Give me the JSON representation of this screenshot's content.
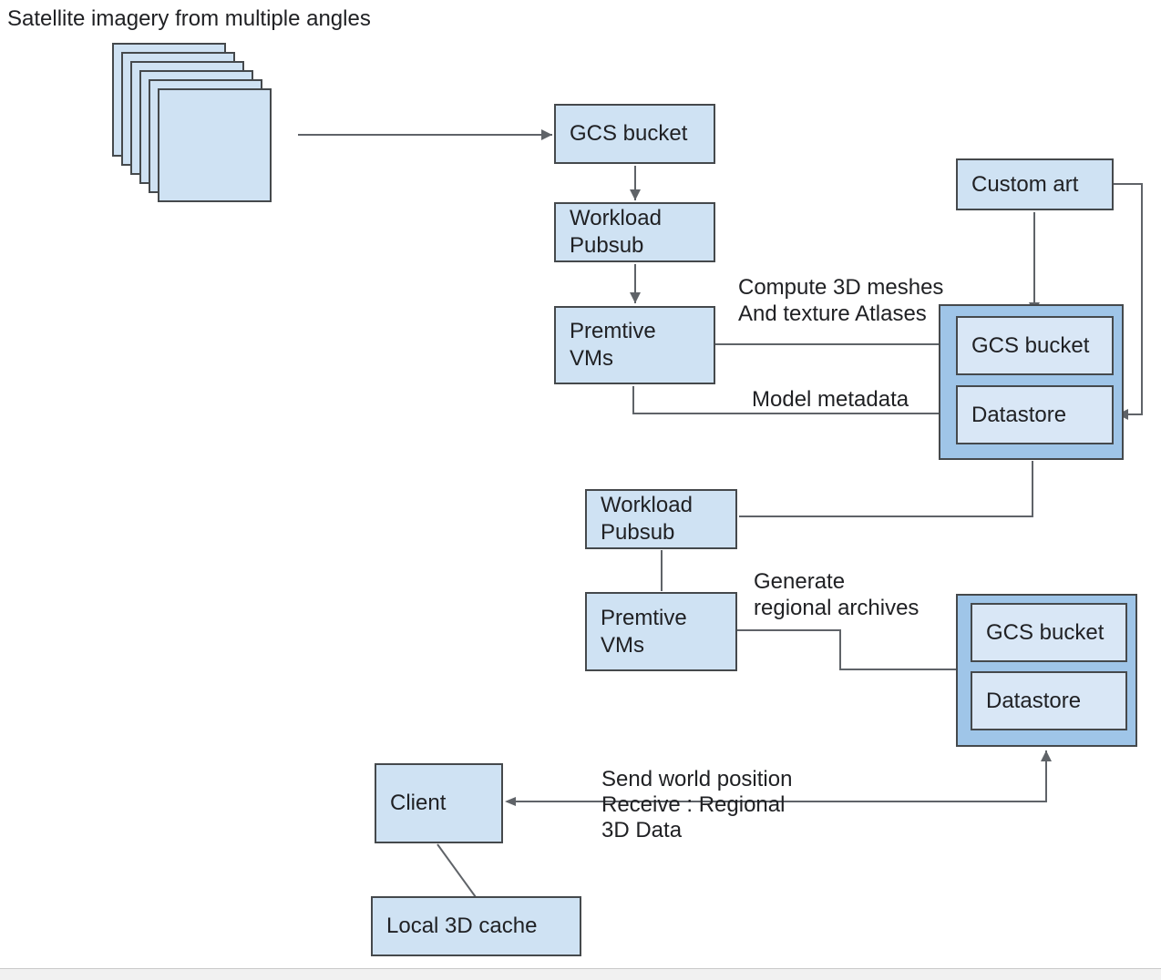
{
  "colors": {
    "node_fill": "#cfe2f3",
    "inner_node_fill": "#d9e7f6",
    "container_fill": "#9fc5e8",
    "shape_border": "#45494c",
    "connector": "#5f6368",
    "text": "#202124",
    "footer_bg": "#f1f1f1",
    "footer_border": "#c9c9c9"
  },
  "caption": "Satellite imagery from multiple angles",
  "nodes": {
    "ingest_gcs_bucket": "GCS bucket",
    "workload_pubsub_1": "Workload\nPubsub",
    "preemptive_vms_1": "Premtive\nVMs",
    "custom_art": "Custom art",
    "mesh_store": {
      "gcs_bucket": "GCS bucket",
      "datastore": "Datastore"
    },
    "workload_pubsub_2": "Workload\nPubsub",
    "preemptive_vms_2": "Premtive\nVMs",
    "archive_store": {
      "gcs_bucket": "GCS bucket",
      "datastore": "Datastore"
    },
    "client": "Client",
    "local_cache": "Local 3D cache"
  },
  "edge_labels": {
    "compute_meshes": "Compute 3D meshes\nAnd texture Atlases",
    "model_metadata": "Model metadata",
    "generate_archives": "Generate\nregional archives",
    "client_exchange": "Send world position\nReceive : Regional\n3D Data"
  }
}
